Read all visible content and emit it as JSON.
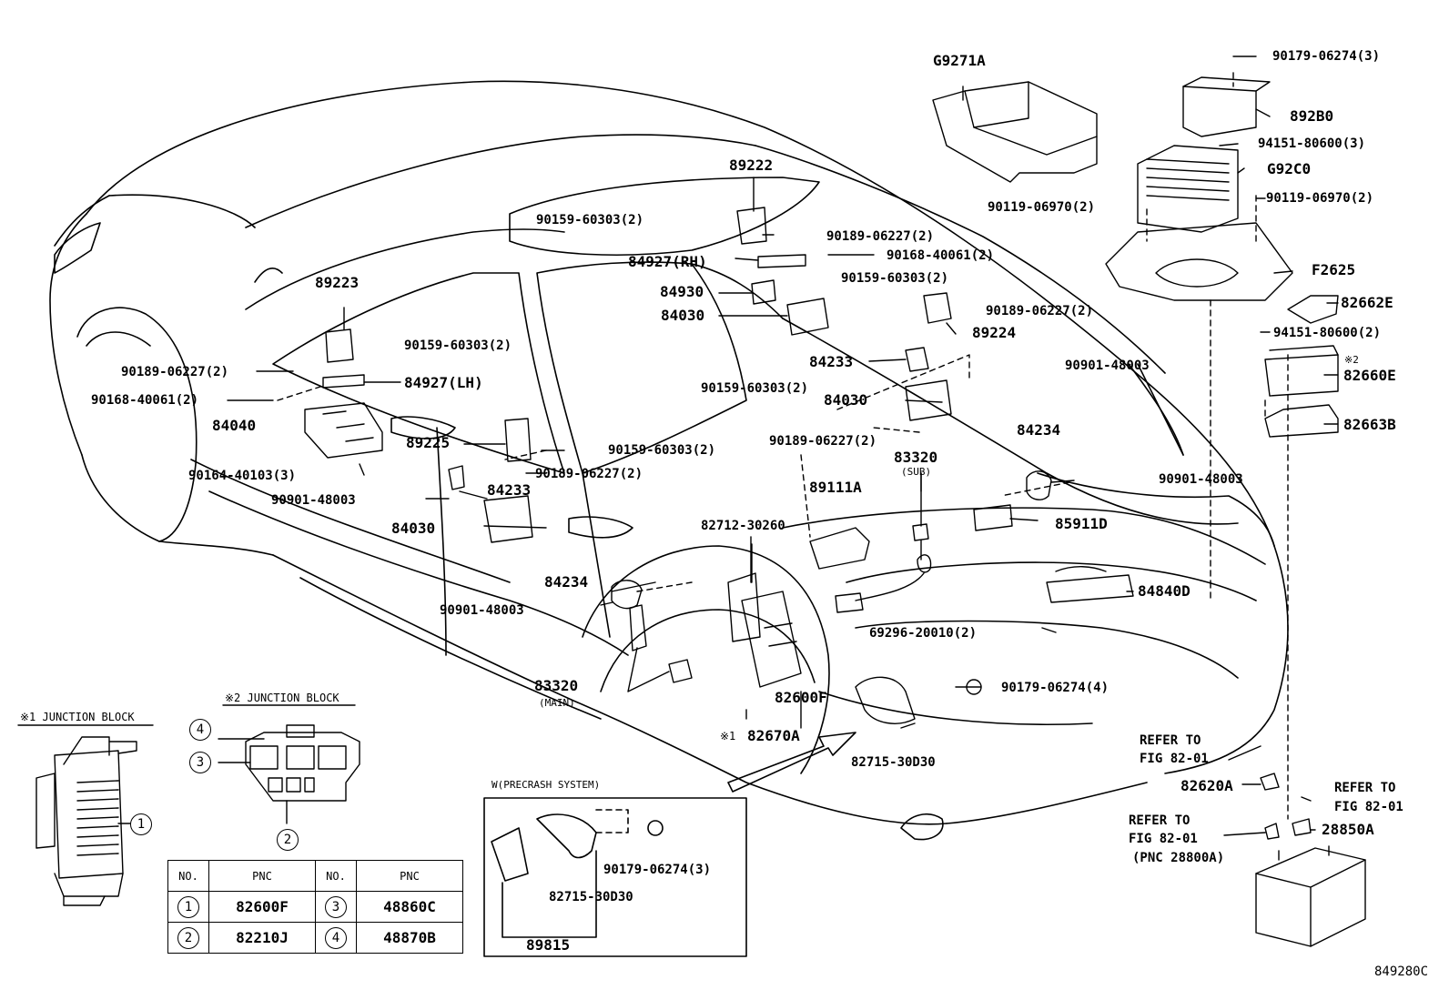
{
  "labels": {
    "g9271a": "G9271A",
    "u90179_06274_3_top": "90179-06274(3)",
    "u892b0": "892B0",
    "u94151_80600_3": "94151-80600(3)",
    "g92c0": "G92C0",
    "u90119_06970_2_l": "90119-06970(2)",
    "u90119_06970_2_r": "90119-06970(2)",
    "f2625": "F2625",
    "u82662e": "82662E",
    "u94151_80600_2": "94151-80600(2)",
    "note2_mark": "※2",
    "u82660e": "82660E",
    "u82663b": "82663B",
    "u89222": "89222",
    "u90159_60303_2_a": "90159-60303(2)",
    "u90189_06227_2_a": "90189-06227(2)",
    "u84927rh": "84927(RH)",
    "u90168_40061_2_a": "90168-40061(2)",
    "u90159_60303_2_b": "90159-60303(2)",
    "u84930": "84930",
    "u84030_a": "84030",
    "u90189_06227_2_b": "90189-06227(2)",
    "u89224": "89224",
    "u84233_a": "84233",
    "u90901_48003_a": "90901-48003",
    "u84030_b": "84030",
    "u90159_60303_2_c": "90159-60303(2)",
    "u89223": "89223",
    "u90159_60303_2_d": "90159-60303(2)",
    "u90189_06227_2_c": "90189-06227(2)",
    "u84927lh": "84927(LH)",
    "u90168_40061_2_b": "90168-40061(2)",
    "u84040": "84040",
    "u89225": "89225",
    "u90159_60303_2_e": "90159-60303(2)",
    "u90189_06227_2_d": "90189-06227(2)",
    "u90164_40103_3": "90164-40103(3)",
    "u90901_48003_b": "90901-48003",
    "u84233_b": "84233",
    "u84030_c": "84030",
    "u90189_06227_2_e": "90189-06227(2)",
    "u84234_a": "84234",
    "u83320_sub": "83320",
    "sub_note": "(SUB)",
    "u90901_48003_c": "90901-48003",
    "u89111a": "89111A",
    "u82712_30260": "82712-30260",
    "u85911d": "85911D",
    "u84234_b": "84234",
    "u90901_48003_d": "90901-48003",
    "u84840d": "84840D",
    "u69296_20010_2": "69296-20010(2)",
    "u83320_main": "83320",
    "main_note": "(MAIN)",
    "u82600f": "82600F",
    "u90179_06274_4": "90179-06274(4)",
    "note1_mark": "※1",
    "u82670a": "82670A",
    "u82715_30d30_a": "82715-30D30",
    "refer_to_a": "REFER TO",
    "fig_82_01_a": "FIG 82-01",
    "u82620a": "82620A",
    "refer_to_b": "REFER TO",
    "fig_82_01_b": "FIG 82-01",
    "refer_to_c": "REFER TO",
    "fig_82_01_c": "FIG 82-01",
    "pnc_28800a": "(PNC 28800A)",
    "u28850a": "28850A",
    "jb1_title": "※1 JUNCTION BLOCK",
    "jb2_title": "※2 JUNCTION BLOCK",
    "precrash_title": "W(PRECRASH SYSTEM)",
    "u90179_06274_3_box": "90179-06274(3)",
    "u82715_30d30_b": "82715-30D30",
    "u89815": "89815",
    "figure_id": "849280C"
  },
  "bubbles": [
    "1",
    "2",
    "3",
    "4"
  ],
  "pnc_table": {
    "headers": [
      "NO.",
      "PNC",
      "NO.",
      "PNC"
    ],
    "rows": [
      {
        "no_a": "1",
        "pnc_a": "82600F",
        "no_b": "3",
        "pnc_b": "48860C"
      },
      {
        "no_a": "2",
        "pnc_a": "82210J",
        "no_b": "4",
        "pnc_b": "48870B"
      }
    ]
  }
}
